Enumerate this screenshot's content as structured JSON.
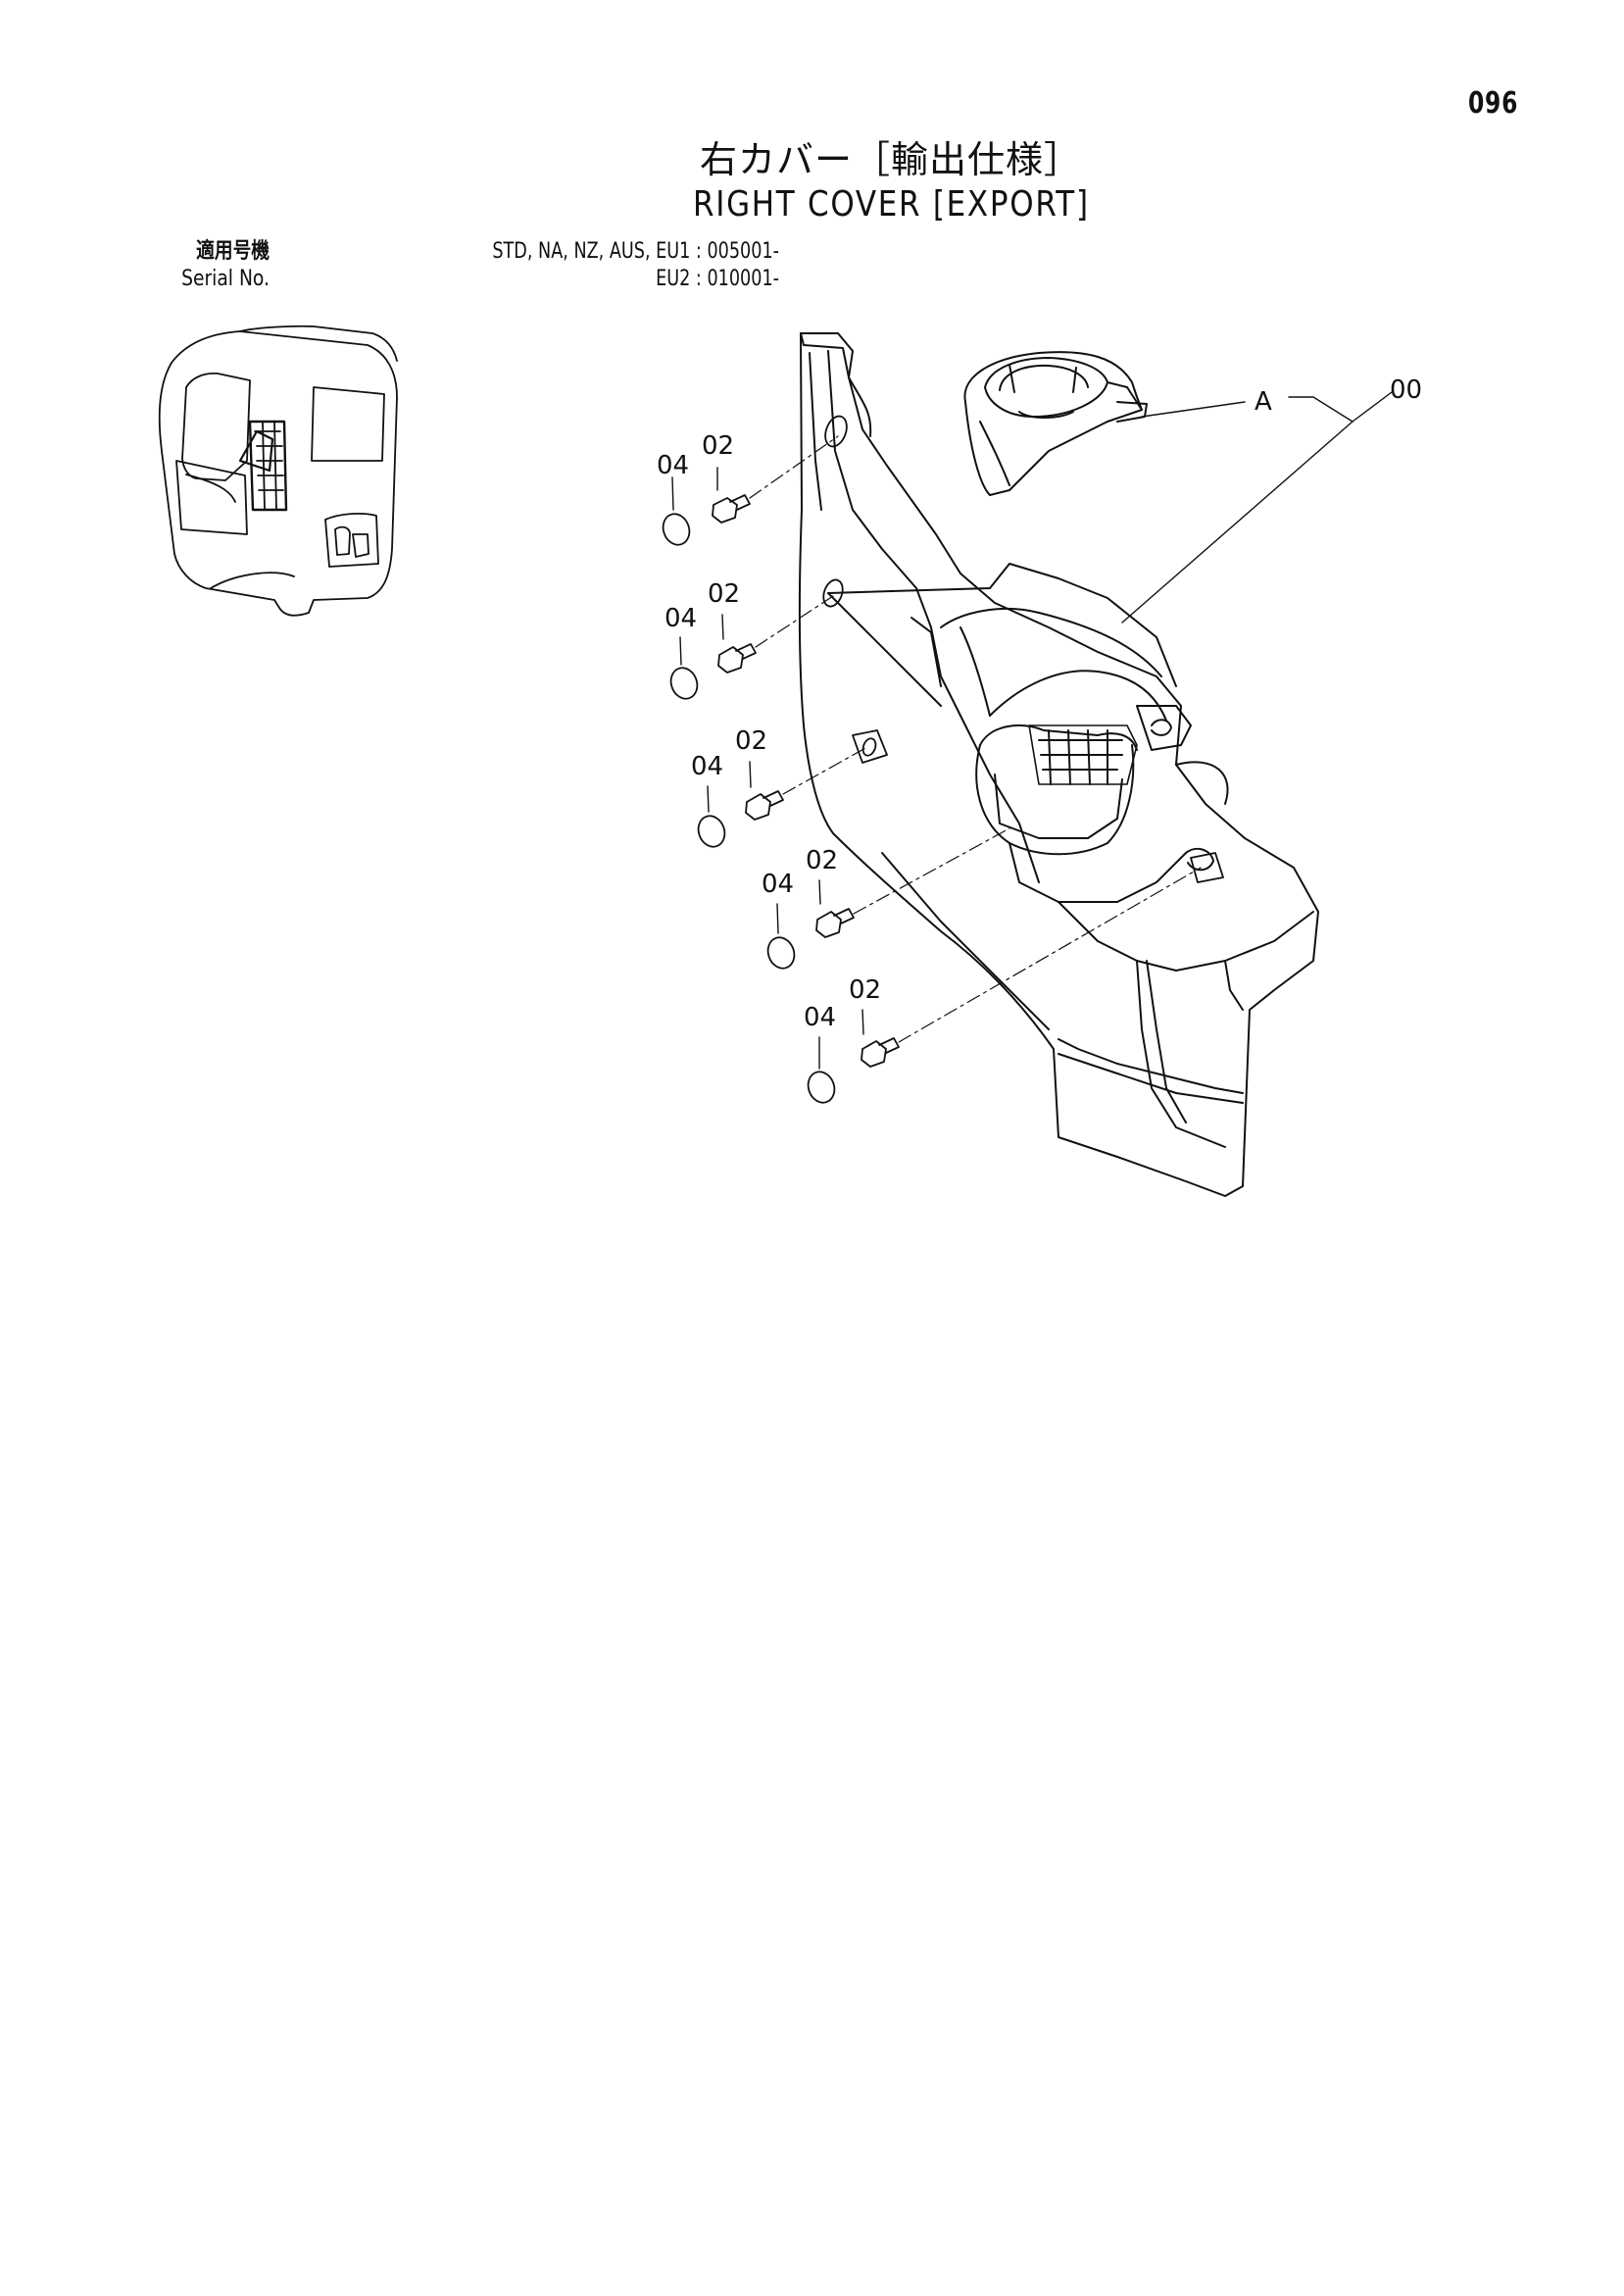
{
  "page": {
    "number": "096",
    "title_jp": "右カバー［輸出仕様］",
    "title_en": "RIGHT COVER [EXPORT]"
  },
  "serial": {
    "label_jp": "適用号機",
    "label_en": "Serial No.",
    "line1": "STD, NA, NZ, AUS, EU1 : 005001-",
    "line2": "EU2 : 010001-"
  },
  "callouts": {
    "assembly": "00",
    "ref_a": "A",
    "screw": "02",
    "cap": "04"
  },
  "colors": {
    "ink": "#111111",
    "paper": "#ffffff"
  }
}
